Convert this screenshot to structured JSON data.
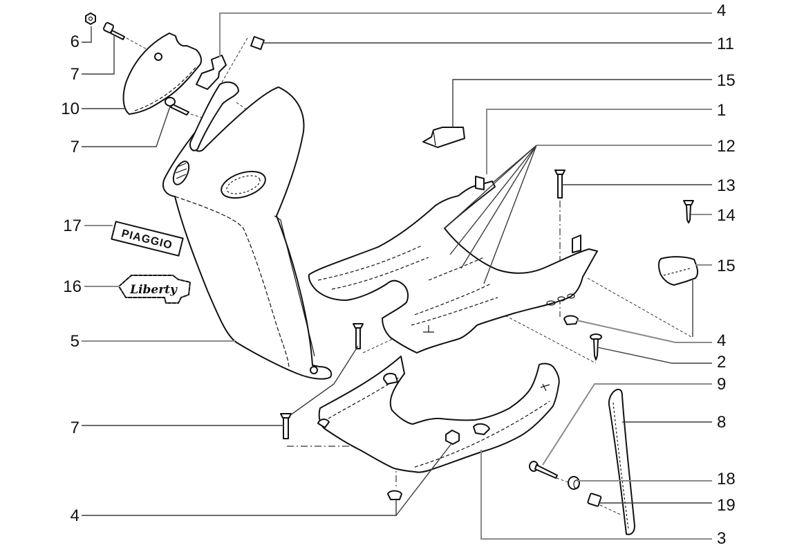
{
  "diagram": {
    "title": "Exploded parts view - leg shield, footboard and floor mat",
    "left_callouts": [
      {
        "label": "6"
      },
      {
        "label": "7"
      },
      {
        "label": "10"
      },
      {
        "label": "7"
      },
      {
        "label": "17"
      },
      {
        "label": "16"
      },
      {
        "label": "5"
      },
      {
        "label": "7"
      },
      {
        "label": "4"
      }
    ],
    "right_callouts": [
      {
        "label": "4"
      },
      {
        "label": "11"
      },
      {
        "label": "15"
      },
      {
        "label": "1"
      },
      {
        "label": "12"
      },
      {
        "label": "13"
      },
      {
        "label": "14"
      },
      {
        "label": "15"
      },
      {
        "label": "4"
      },
      {
        "label": "2"
      },
      {
        "label": "9"
      },
      {
        "label": "8"
      },
      {
        "label": "18"
      },
      {
        "label": "19"
      },
      {
        "label": "3"
      }
    ],
    "decals": {
      "brand_badge": "PIAGGIO",
      "model_badge": "Liberty"
    },
    "colors": {
      "line": "#111111",
      "background": "#ffffff"
    }
  }
}
